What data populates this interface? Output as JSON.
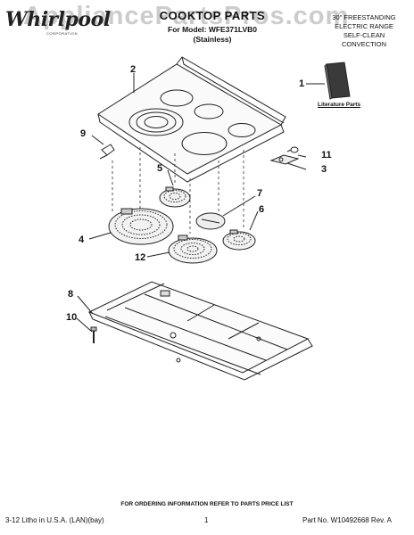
{
  "header": {
    "brand": "Whirlpool",
    "brand_sub": "CORPORATION",
    "watermark": "AppliancePartsPros.com",
    "title": "COOKTOP PARTS",
    "model_line": "For Model: WFE371LVB0",
    "finish": "(Stainless)",
    "spec_lines": [
      "30\" FREESTANDING",
      "ELECTRIC RANGE",
      "SELF-CLEAN",
      "CONVECTION"
    ]
  },
  "callouts": {
    "c1": "1",
    "c2": "2",
    "c3": "3",
    "c4": "4",
    "c5": "5",
    "c6": "6",
    "c7": "7",
    "c8": "8",
    "c9": "9",
    "c10": "10",
    "c11": "11",
    "c12": "12"
  },
  "literature_label": "Literature Parts",
  "footer": {
    "order_info": "FOR ORDERING INFORMATION REFER TO PARTS PRICE LIST",
    "litho": "3-12 Litho in U.S.A. (LAN)(bay)",
    "page": "1",
    "part_no": "Part No. W10492668 Rev. A"
  }
}
